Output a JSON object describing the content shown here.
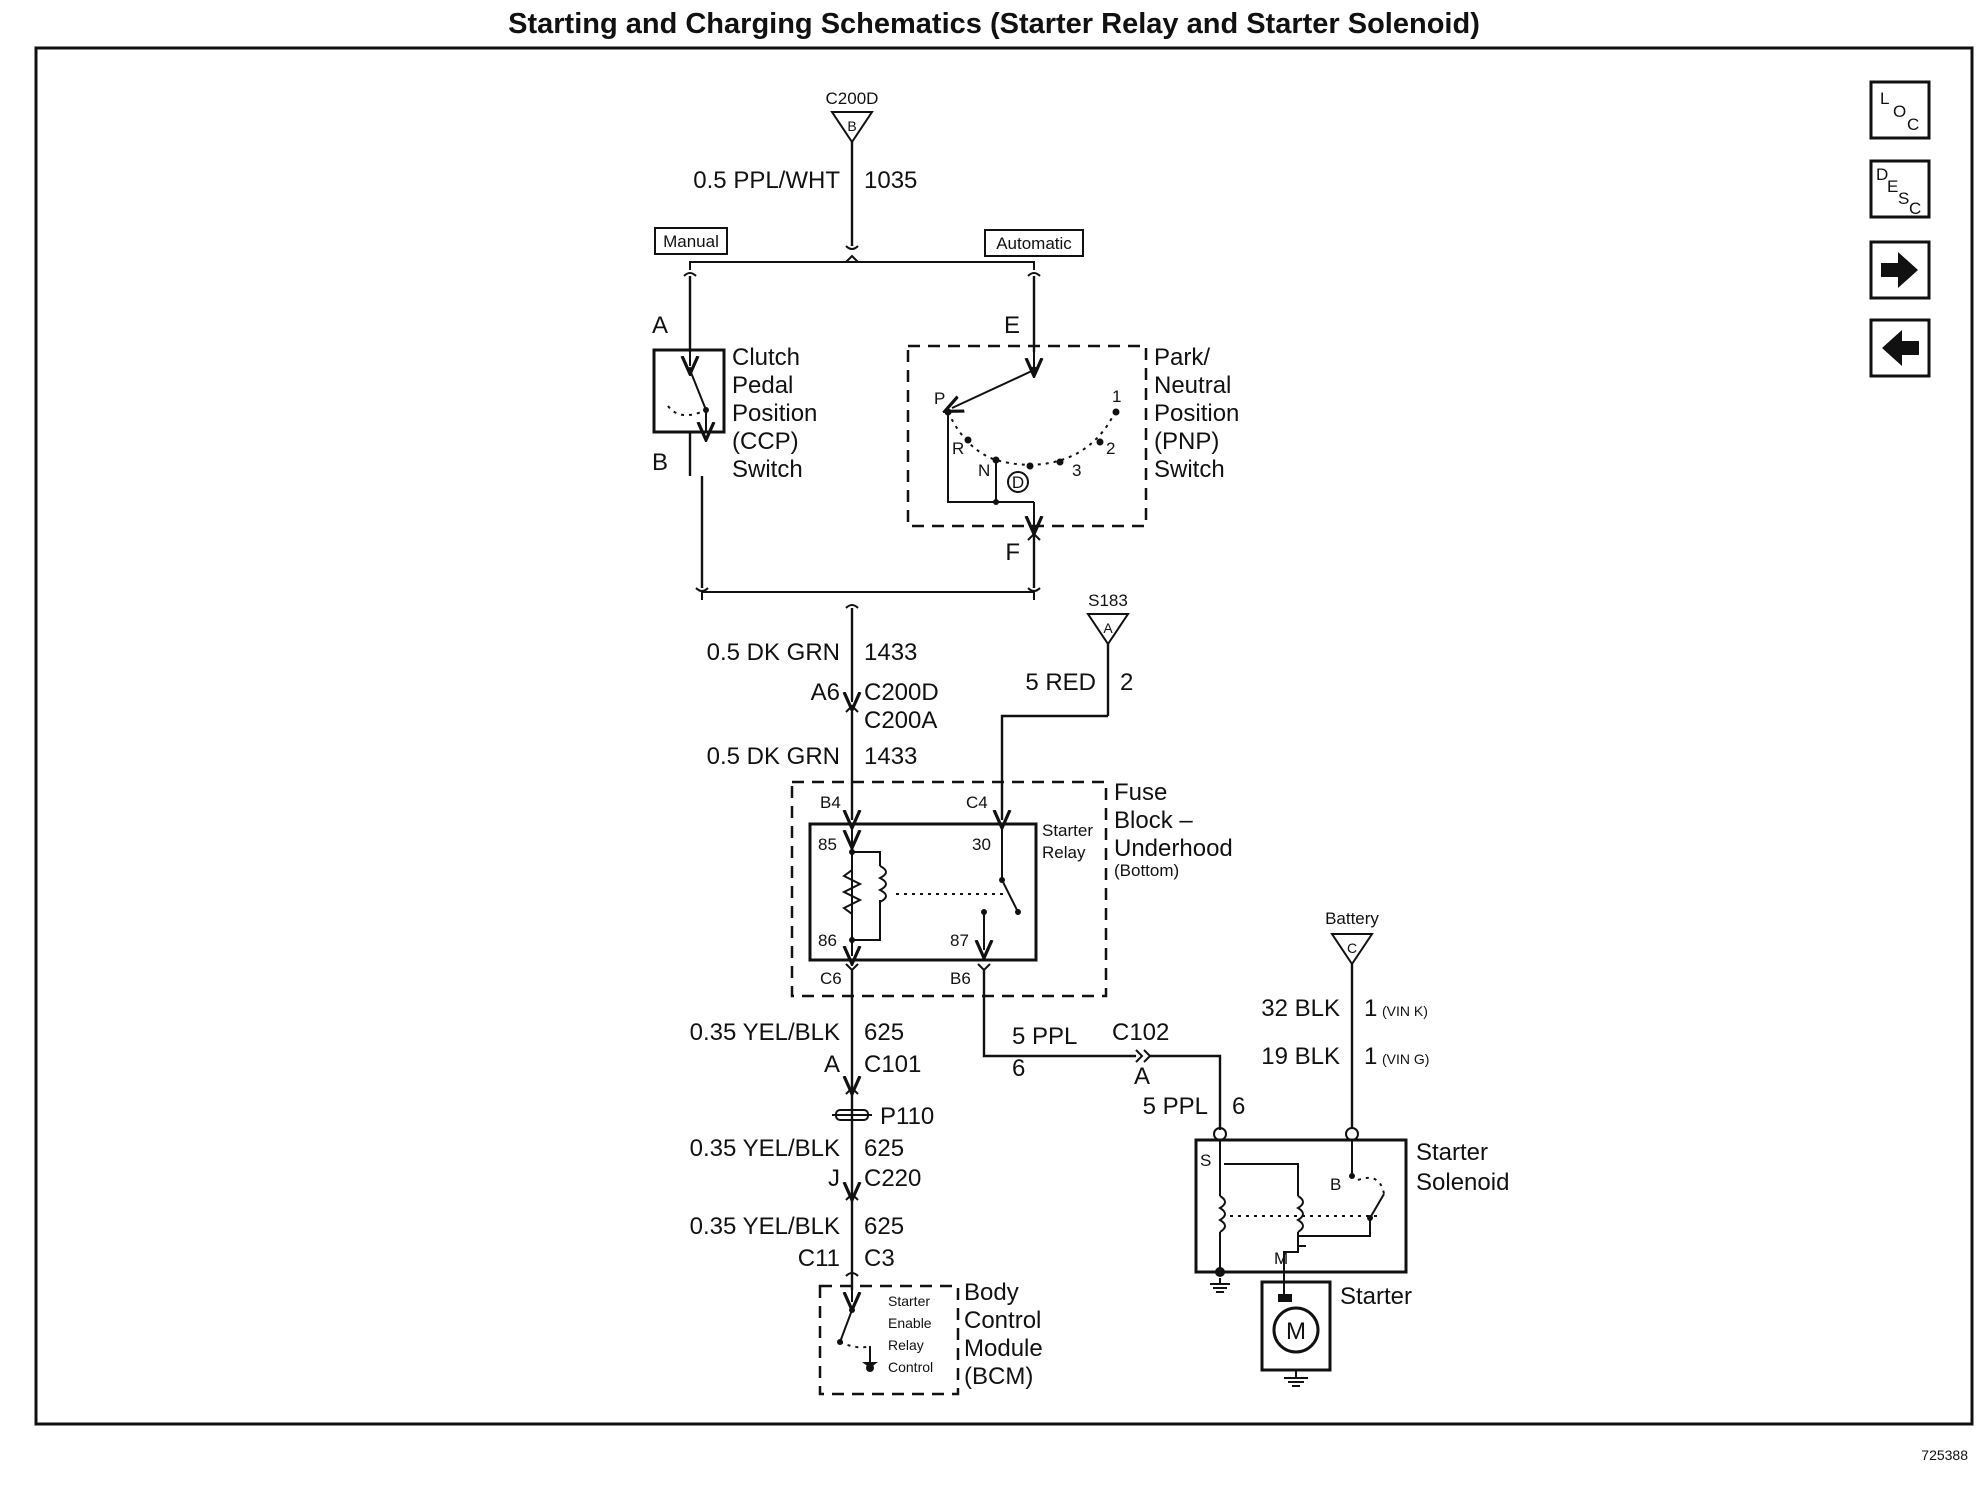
{
  "title": "Starting and Charging Schematics (Starter Relay and Starter Solenoid)",
  "figure_id": "725388",
  "nav_buttons": {
    "loc": {
      "l1": "L",
      "l2": "O",
      "l3": "C"
    },
    "desc": {
      "l1": "D",
      "l2": "E",
      "l3": "S",
      "l4": "C"
    }
  },
  "connectors": {
    "c200d_top": {
      "name": "C200D",
      "pin": "B"
    },
    "s183": {
      "name": "S183",
      "pin": "A"
    },
    "battery": {
      "name": "Battery",
      "pin": "C"
    }
  },
  "wires": {
    "w1035": {
      "gauge_color": "0.5 PPL/WHT",
      "circuit": "1035"
    },
    "w1433_top": {
      "gauge_color": "0.5 DK GRN",
      "circuit": "1433"
    },
    "w1433_bot": {
      "gauge_color": "0.5 DK GRN",
      "circuit": "1433"
    },
    "w2": {
      "gauge_color": "5 RED",
      "circuit": "2"
    },
    "w625_a": {
      "gauge_color": "0.35 YEL/BLK",
      "circuit": "625"
    },
    "w625_b": {
      "gauge_color": "0.35 YEL/BLK",
      "circuit": "625"
    },
    "w625_c": {
      "gauge_color": "0.35 YEL/BLK",
      "circuit": "625"
    },
    "w6_a": {
      "gauge_color": "5 PPL",
      "circuit": "6"
    },
    "w6_b": {
      "gauge_color": "5 PPL",
      "circuit": "6"
    },
    "w1_k": {
      "gauge_color": "32 BLK",
      "circuit": "1",
      "note": "(VIN K)"
    },
    "w1_g": {
      "gauge_color": "19 BLK",
      "circuit": "1",
      "note": "(VIN G)"
    }
  },
  "options": {
    "manual": "Manual",
    "automatic": "Automatic"
  },
  "components": {
    "ccp": {
      "l1": "Clutch",
      "l2": "Pedal",
      "l3": "Position",
      "l4": "(CCP)",
      "l5": "Switch",
      "pin_top": "A",
      "pin_bottom": "B"
    },
    "pnp": {
      "l1": "Park/",
      "l2": "Neutral",
      "l3": "Position",
      "l4": "(PNP)",
      "l5": "Switch",
      "pin_top": "E",
      "pin_bottom": "F",
      "positions": {
        "p": "P",
        "r": "R",
        "n": "N",
        "d": "D",
        "p3": "3",
        "p2": "2",
        "p1": "1"
      }
    },
    "fuse_block": {
      "l1": "Fuse",
      "l2": "Block –",
      "l3": "Underhood",
      "l4": "(Bottom)"
    },
    "relay": {
      "l1": "Starter",
      "l2": "Relay",
      "p85": "85",
      "p86": "86",
      "p30": "30",
      "p87": "87"
    },
    "bcm": {
      "l1": "Body",
      "l2": "Control",
      "l3": "Module",
      "l4": "(BCM)",
      "i1": "Starter",
      "i2": "Enable",
      "i3": "Relay",
      "i4": "Control"
    },
    "solenoid": {
      "l1": "Starter",
      "l2": "Solenoid",
      "s": "S",
      "b": "B",
      "m": "M"
    },
    "starter": {
      "label": "Starter",
      "motor": "M"
    }
  },
  "pins": {
    "a6": "A6",
    "c200d": "C200D",
    "c200a": "C200A",
    "b4": "B4",
    "c4": "C4",
    "c6": "C6",
    "b6": "B6",
    "a_c101": "A",
    "c101": "C101",
    "p110": "P110",
    "j": "J",
    "c220": "C220",
    "c11": "C11",
    "c3": "C3",
    "c102": "C102",
    "a_c102": "A"
  }
}
